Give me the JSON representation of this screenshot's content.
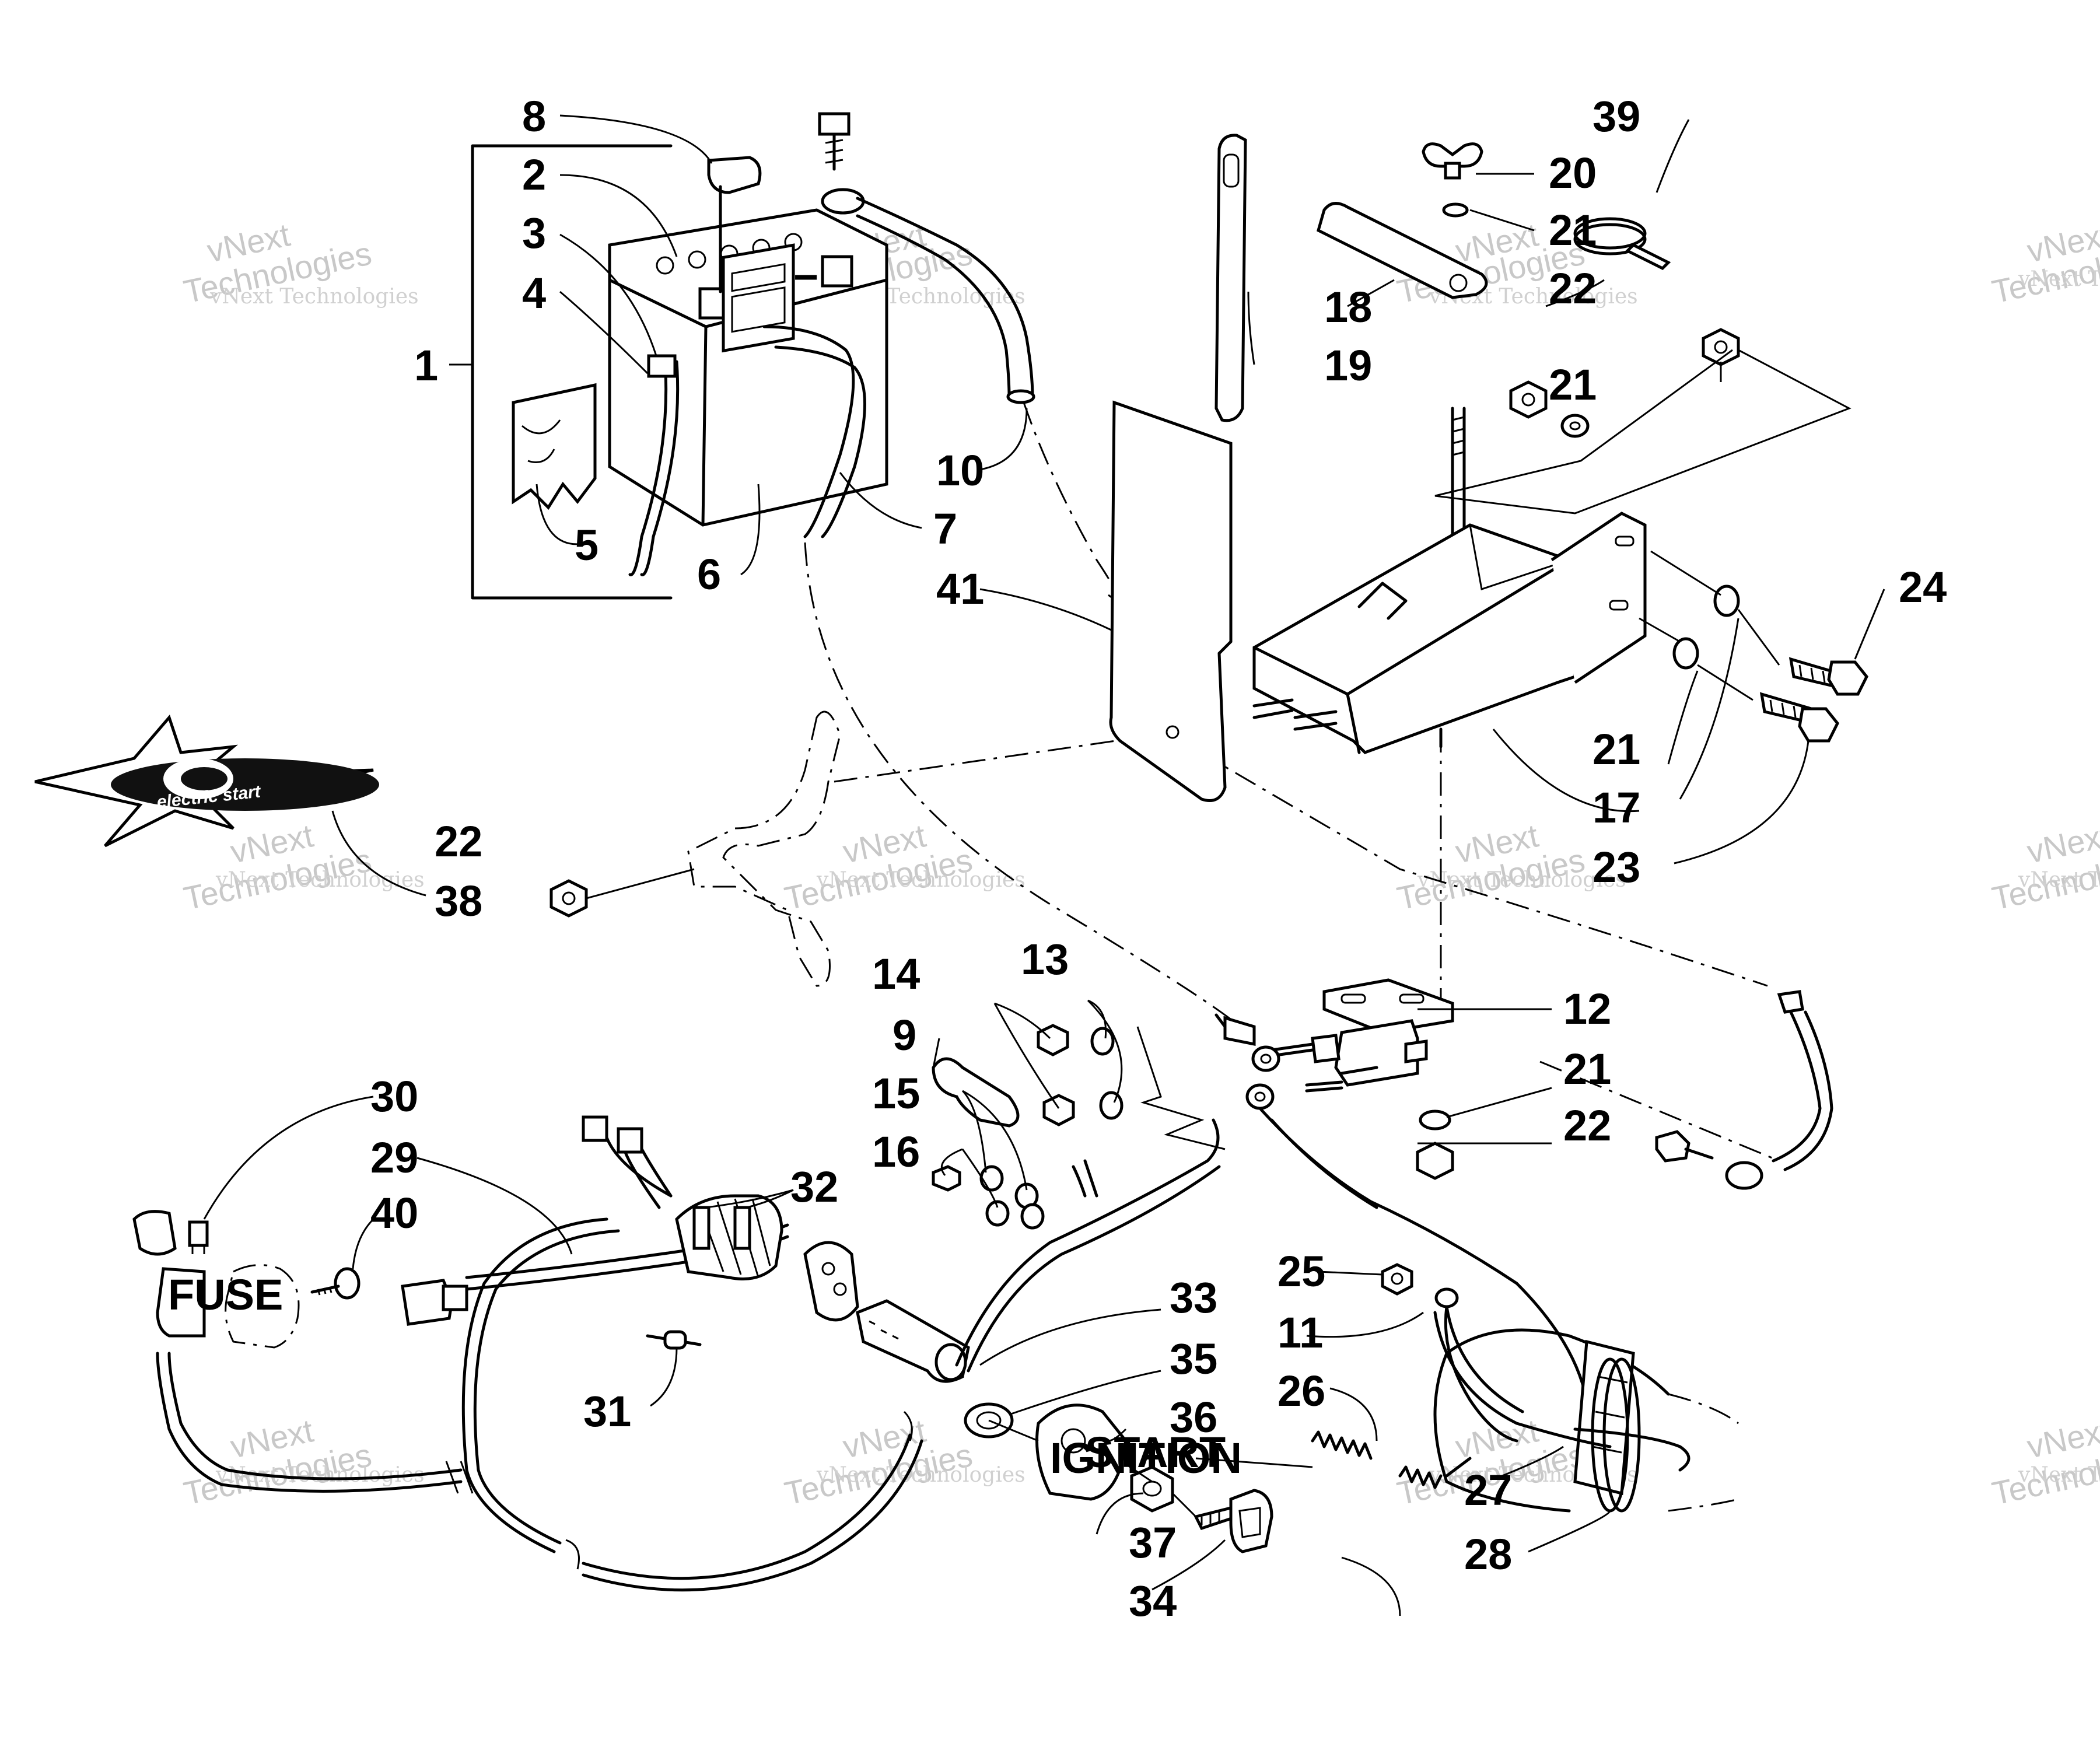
{
  "callouts": {
    "c1": "1",
    "c2": "2",
    "c3": "3",
    "c4": "4",
    "c5": "5",
    "c6": "6",
    "c7": "7",
    "c8": "8",
    "c9": "9",
    "c10": "10",
    "c11": "11",
    "c12": "12",
    "c13": "13",
    "c14": "14",
    "c15": "15",
    "c16": "16",
    "c17": "17",
    "c18": "18",
    "c19": "19",
    "c20": "20",
    "c21a": "21",
    "c21b": "21",
    "c21c": "21",
    "c21d": "21",
    "c22a": "22",
    "c22b": "22",
    "c22c": "22",
    "c23": "23",
    "c24": "24",
    "c25": "25",
    "c26": "26",
    "c27": "27",
    "c28": "28",
    "c29": "29",
    "c30": "30",
    "c31": "31",
    "c32": "32",
    "c33": "33",
    "c34": "34",
    "c35": "35",
    "c36": "36",
    "c37": "37",
    "c38": "38",
    "c39": "39",
    "c40": "40",
    "c41": "41"
  },
  "watermark": {
    "company": "vNext Technologies",
    "line1": "vNext",
    "line2": "Technologies"
  },
  "component_labels": {
    "fuse_label": "FUSE",
    "battery_plus": "+",
    "battery_minus": "−",
    "logo_text": "electric start",
    "ignition_off": "IGNITION",
    "ignition_start": "START"
  },
  "colors": {
    "line": "#000000",
    "watermark": "#c8c8c8",
    "background": "#ffffff"
  }
}
